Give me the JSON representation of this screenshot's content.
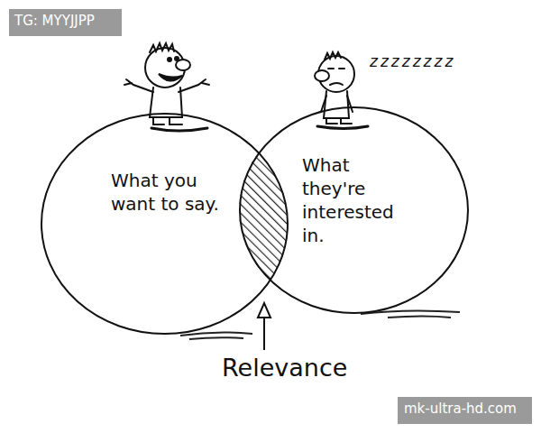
{
  "diagram": {
    "nodes": [
      {
        "text": [
          "What you want to say."
        ]
      },
      {
        "text": [
          "What they're interested in."
        ]
      }
    ],
    "labels": [
      "zzzzzzzz",
      "Relevance",
      "TG: MYYJJPP",
      "mk-ultra-hd.com"
    ]
  }
}
